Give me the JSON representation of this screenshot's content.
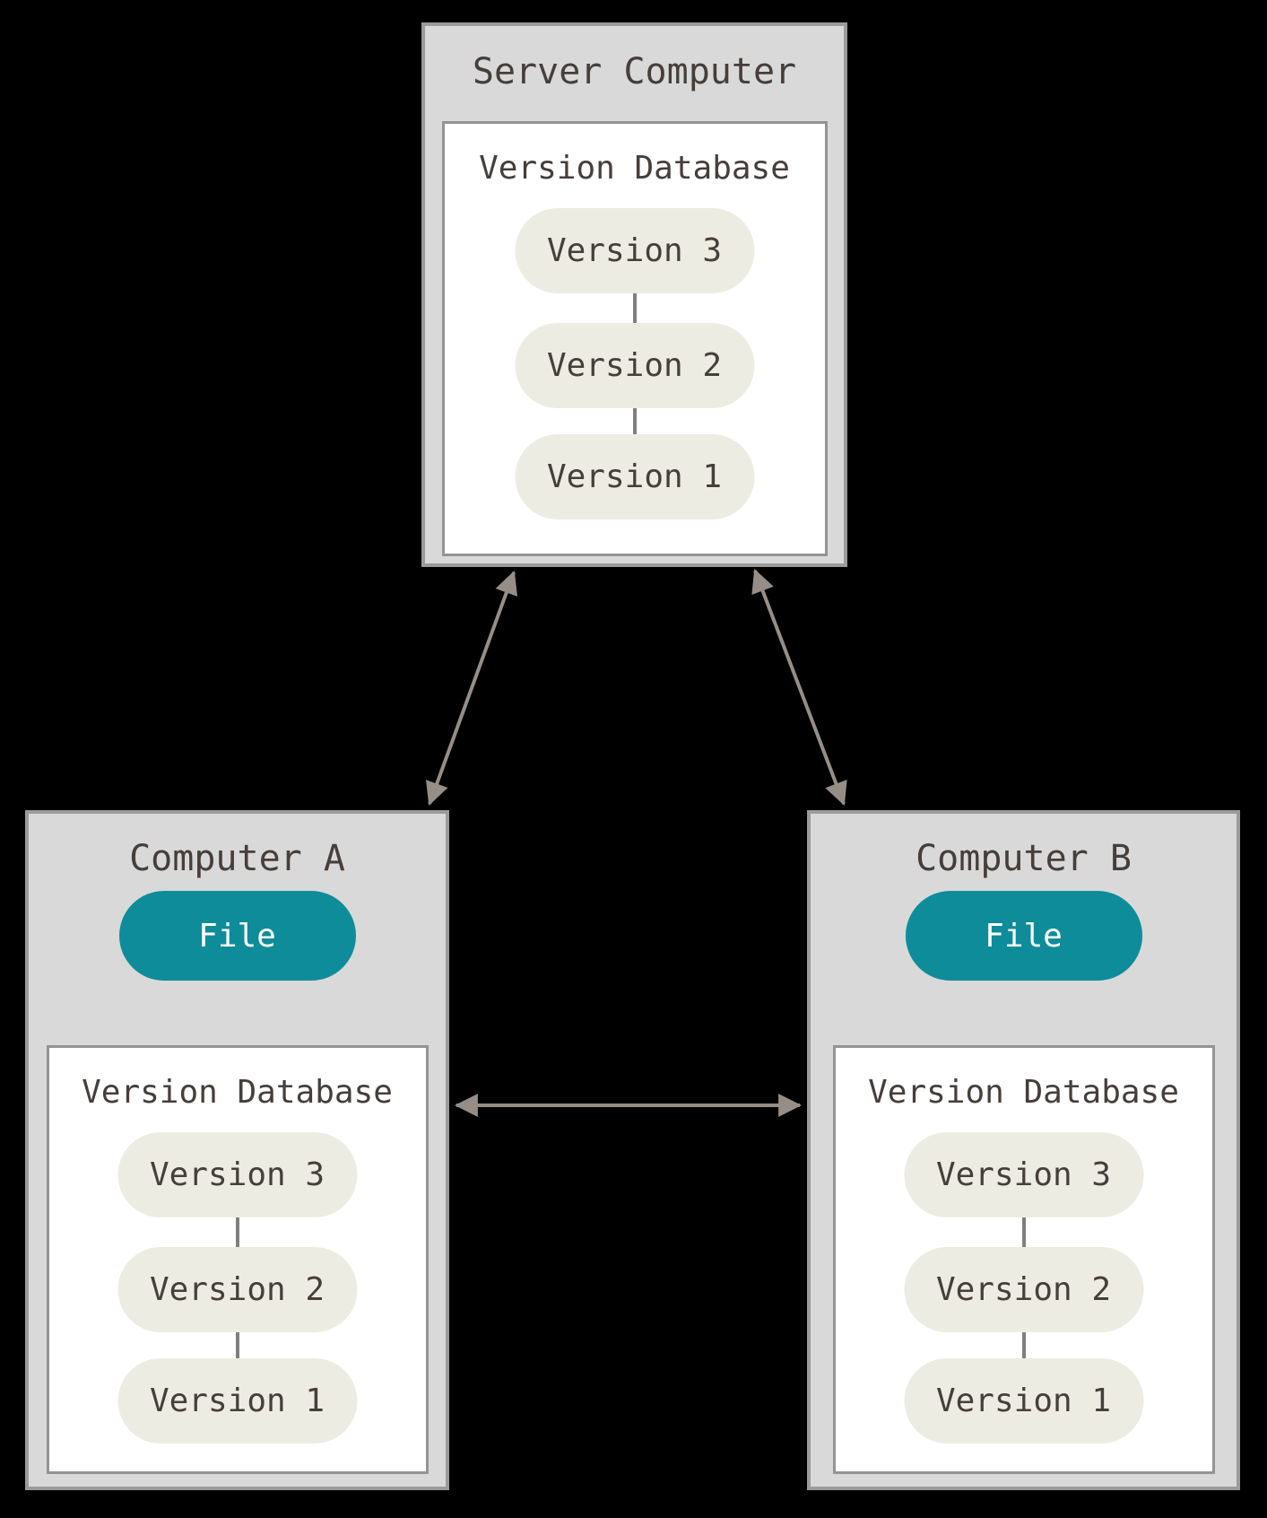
{
  "nodes": {
    "server": {
      "title": "Server Computer",
      "database": {
        "title": "Version Database",
        "versions": [
          "Version 3",
          "Version 2",
          "Version 1"
        ]
      }
    },
    "computer_a": {
      "title": "Computer A",
      "file_label": "File",
      "database": {
        "title": "Version Database",
        "versions": [
          "Version 3",
          "Version 2",
          "Version 1"
        ]
      }
    },
    "computer_b": {
      "title": "Computer B",
      "file_label": "File",
      "database": {
        "title": "Version Database",
        "versions": [
          "Version 3",
          "Version 2",
          "Version 1"
        ]
      }
    }
  },
  "colors": {
    "background": "#000000",
    "computer_box_fill": "#d9d9d9",
    "computer_box_border": "#9b9b9b",
    "database_box_fill": "#ffffff",
    "database_box_border": "#949494",
    "version_pill_fill": "#edece3",
    "file_pill_fill": "#0e8c99",
    "file_pill_text": "#ffffff",
    "label_text": "#463e3a",
    "arrow": "#968e86",
    "version_connector": "#7f7f7f"
  }
}
